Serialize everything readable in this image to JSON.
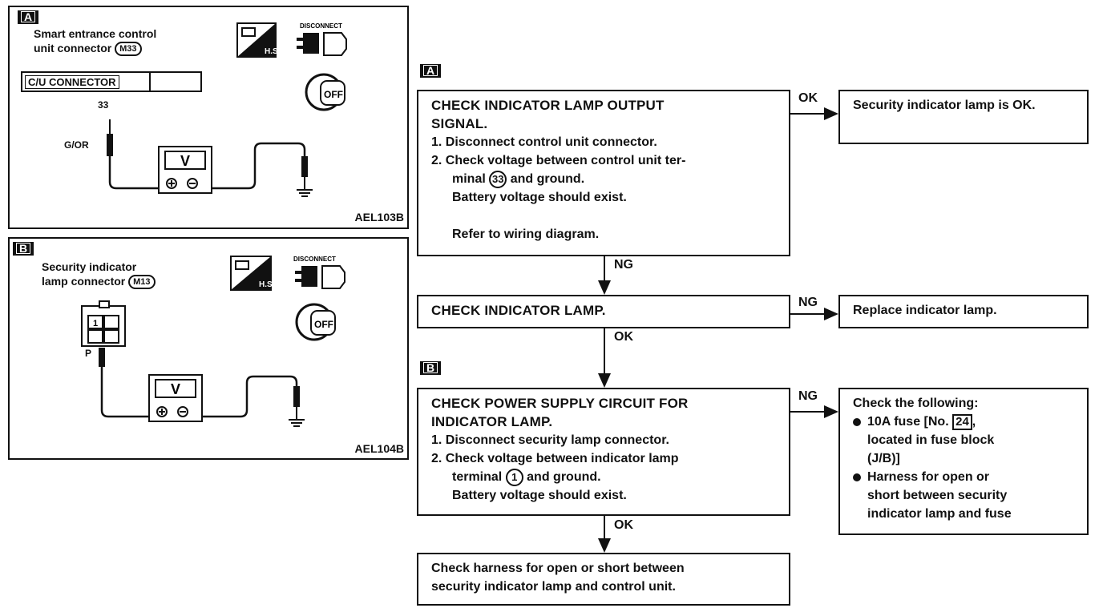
{
  "panelA": {
    "tag": "A",
    "title_line1": "Smart entrance control",
    "title_line2": "unit connector",
    "connector_id": "M33",
    "cu_connector": "C/U CONNECTOR",
    "terminal": "33",
    "wire_color": "G/OR",
    "meter": "V",
    "hs_label": "H.S",
    "disconnect": "DISCONNECT",
    "off": "OFF",
    "code": "AEL103B"
  },
  "panelB": {
    "tag": "B",
    "title_line1": "Security indicator",
    "title_line2": "lamp connector",
    "connector_id": "M13",
    "terminal": "1",
    "wire_color": "P",
    "meter": "V",
    "hs_label": "H.S",
    "disconnect": "DISCONNECT",
    "off": "OFF",
    "code": "AEL104B"
  },
  "flow": {
    "tagA": "A",
    "tagB": "B",
    "step1": {
      "title1": "CHECK INDICATOR LAMP OUTPUT",
      "title2": "SIGNAL.",
      "item1": "1. Disconnect control unit connector.",
      "item2a": "2. Check voltage between control unit ter-",
      "item2b_pre": "minal",
      "item2b_term": "33",
      "item2b_post": "and ground.",
      "note": "Battery voltage should exist.",
      "ref": "Refer to wiring diagram."
    },
    "step1_ok": "OK",
    "step1_ok_result": "Security indicator lamp is OK.",
    "step1_ng": "NG",
    "step2": {
      "title": "CHECK INDICATOR LAMP."
    },
    "step2_ng": "NG",
    "step2_ng_result": "Replace indicator lamp.",
    "step2_ok": "OK",
    "step3": {
      "title1": "CHECK POWER SUPPLY CIRCUIT FOR",
      "title2": "INDICATOR LAMP.",
      "item1": "1. Disconnect security lamp connector.",
      "item2a": "2. Check voltage between indicator lamp",
      "item2b_pre": "terminal",
      "item2b_term": "1",
      "item2b_post": "and ground.",
      "note": "Battery voltage should exist."
    },
    "step3_ng": "NG",
    "step3_ng_result": {
      "title": "Check the following:",
      "b1_pre": "10A fuse [No.",
      "b1_num": "24",
      "b1_post": ",",
      "b1_l2": "located in fuse block",
      "b1_l3": "(J/B)]",
      "b2_l1": "Harness for open or",
      "b2_l2": "short between security",
      "b2_l3": "indicator lamp and fuse"
    },
    "step3_ok": "OK",
    "final": {
      "line1": "Check harness for open or short between",
      "line2": "security indicator lamp and control unit."
    }
  }
}
